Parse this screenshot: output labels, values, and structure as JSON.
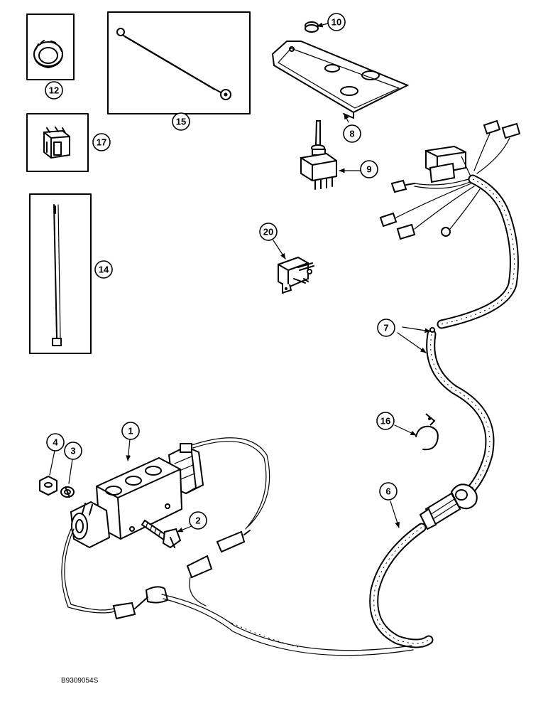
{
  "callouts": {
    "c1": "1",
    "c2": "2",
    "c3": "3",
    "c4": "4",
    "c6": "6",
    "c7": "7",
    "c8": "8",
    "c9": "9",
    "c10": "10",
    "c12": "12",
    "c14": "14",
    "c15": "15",
    "c16": "16",
    "c17": "17",
    "c20": "20"
  },
  "figure_code": "B9309054S"
}
